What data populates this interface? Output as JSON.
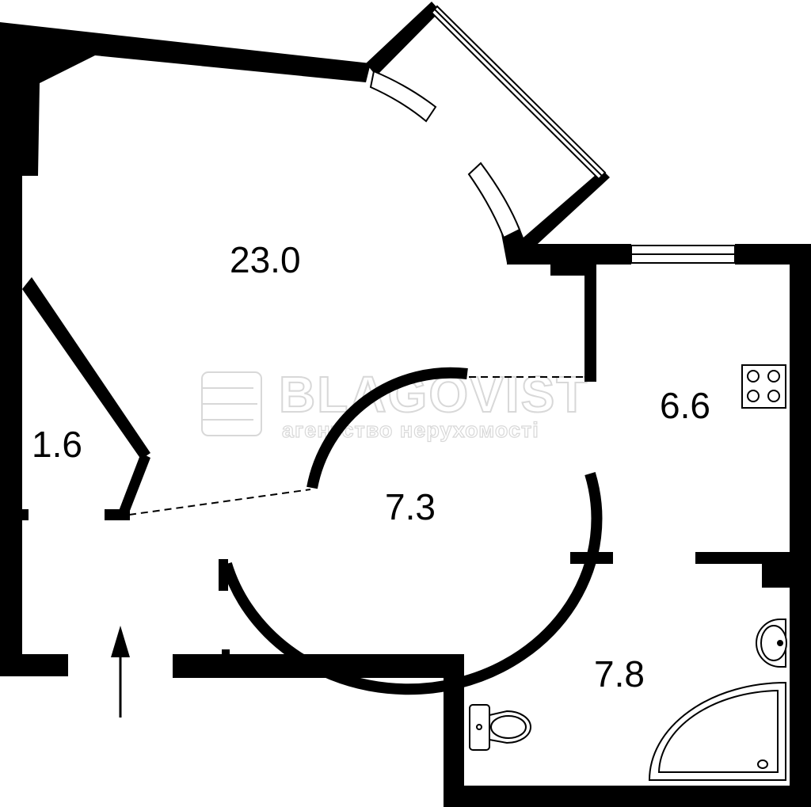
{
  "plan": {
    "rooms": [
      {
        "id": "living-room",
        "area": "23.0"
      },
      {
        "id": "storage",
        "area": "1.6"
      },
      {
        "id": "kitchen",
        "area": "6.6"
      },
      {
        "id": "hall",
        "area": "7.3"
      },
      {
        "id": "bathroom",
        "area": "7.8"
      }
    ],
    "watermark": {
      "brand": "BLAGOVIST",
      "tagline": "агентство нерухомості"
    },
    "entrance_icon": "arrow-up-icon"
  }
}
